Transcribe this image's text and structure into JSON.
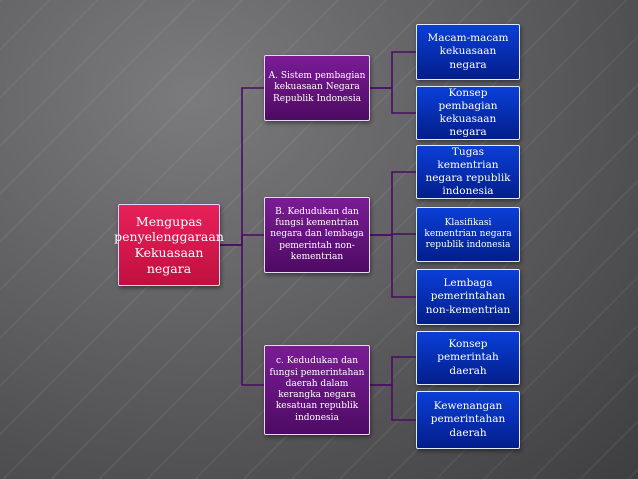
{
  "colors": {
    "root": "#d01848",
    "level2": "#5e107a",
    "level3": "#0630b8",
    "connector": "#4b0b66",
    "background": "#5c5c5e"
  },
  "root": {
    "label": "Mengupas penyelenggaraan Kekuasaan negara"
  },
  "branches": [
    {
      "label": "A. Sistem pembagian kekuasaan Negara Republik Indonesia",
      "children": [
        "Macam-macam kekuasaan negara",
        "Konsep pembagian kekuasaan negara"
      ]
    },
    {
      "label": "B. Kedudukan dan fungsi kementrian negara dan lembaga pemerintah non-kementrian",
      "children": [
        "Tugas kementrian negara republik indonesia",
        "Klasifikasi kementrian negara republik indonesia",
        "Lembaga pemerintahan non-kementrian"
      ]
    },
    {
      "label": "c. Kedudukan dan fungsi pemerintahan daerah dalam kerangka negara kesatuan republik indonesia",
      "children": [
        "Konsep pemerintah daerah",
        "Kewenangan pemerintahan daerah"
      ]
    }
  ]
}
